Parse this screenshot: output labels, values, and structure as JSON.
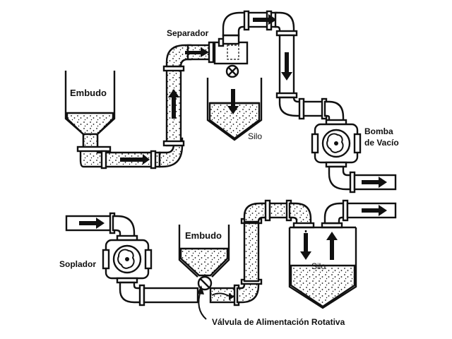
{
  "labels": {
    "separator": "Separador",
    "funnel_top": "Embudo",
    "silo_top": "Silo",
    "vacuum_pump_line1": "Bomba",
    "vacuum_pump_line2": "de Vacío",
    "blower": "Soplador",
    "funnel_bottom": "Embudo",
    "silo_bottom": "Silo",
    "rotary_valve": "Válvula de Alimentación Rotativa"
  },
  "colors": {
    "line": "#111111",
    "background": "#ffffff",
    "arrow": "#111111"
  }
}
